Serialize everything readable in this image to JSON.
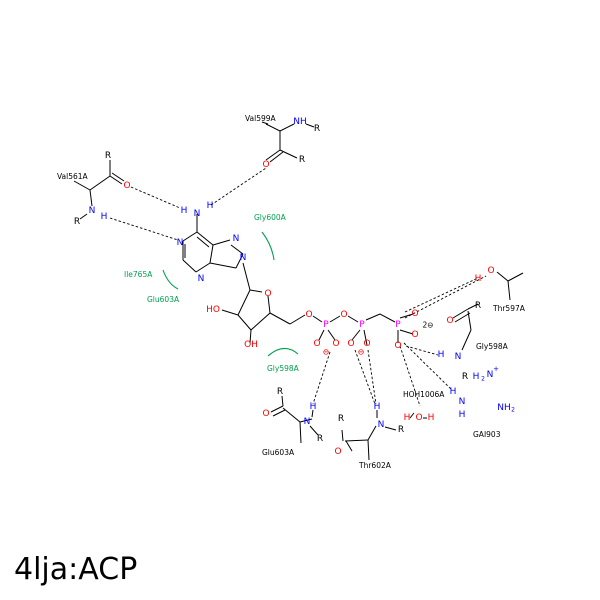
{
  "title": "4lja:ACP",
  "colors": {
    "N": "#0000ff",
    "O": "#ff0000",
    "P": "#ff00ff",
    "C": "#000000",
    "H": "#000000",
    "hydrophobic": "#00a050"
  },
  "residues": {
    "val599": "Val599A",
    "val561": "Val561A",
    "thr597": "Thr597A",
    "gly598": "Gly598A",
    "glu603": "Glu603A",
    "thr602": "Thr602A",
    "hoh1006": "HOH1006A",
    "gai903": "GAI903"
  },
  "hydrophobic": {
    "gly600": "Gly600A",
    "ile765": "Ile765A",
    "glu603": "Glu603A",
    "gly598": "Gly598A"
  },
  "atoms": {
    "R": "R",
    "N": "N",
    "O": "O",
    "H": "H",
    "P": "P",
    "NH": "NH",
    "HO": "HO",
    "OH": "OH",
    "NH2": "NH",
    "H2N": "H",
    "charge_minus": "⊖",
    "charge_2minus": "2⊖",
    "charge_plus": "+",
    "sub2": "2"
  }
}
